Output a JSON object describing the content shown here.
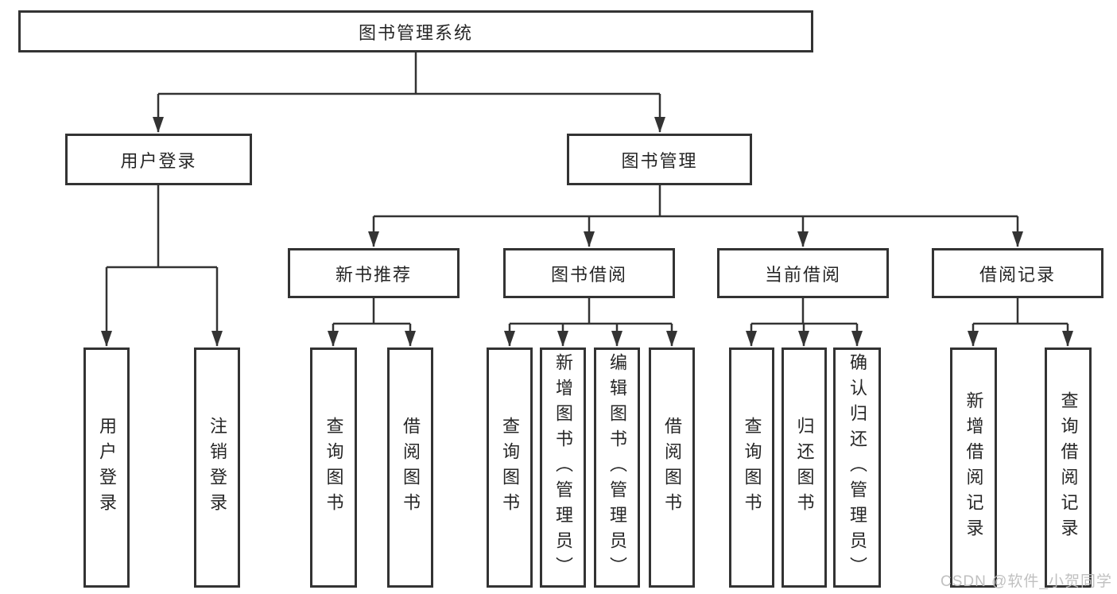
{
  "tree": {
    "root": {
      "label": "图书管理系统"
    },
    "branches": [
      {
        "label": "用户登录",
        "children": [
          {
            "label": "用户登录"
          },
          {
            "label": "注销登录"
          }
        ]
      },
      {
        "label": "图书管理",
        "children": [
          {
            "label": "新书推荐",
            "children": [
              {
                "label": "查询图书"
              },
              {
                "label": "借阅图书"
              }
            ]
          },
          {
            "label": "图书借阅",
            "children": [
              {
                "label": "查询图书"
              },
              {
                "label": "新增图书（管理员）"
              },
              {
                "label": "编辑图书（管理员）"
              },
              {
                "label": "借阅图书"
              }
            ]
          },
          {
            "label": "当前借阅",
            "children": [
              {
                "label": "查询图书"
              },
              {
                "label": "归还图书"
              },
              {
                "label": "确认归还（管理员）"
              }
            ]
          },
          {
            "label": "借阅记录",
            "children": [
              {
                "label": "新增借阅记录"
              },
              {
                "label": "查询借阅记录"
              }
            ]
          }
        ]
      }
    ]
  },
  "watermark": {
    "text": "CSDN @软件_小贺同学"
  },
  "colors": {
    "line": "#333333",
    "box_border": "#333333",
    "text": "#262626",
    "watermark": "#bdbdbd",
    "background": "#ffffff"
  }
}
